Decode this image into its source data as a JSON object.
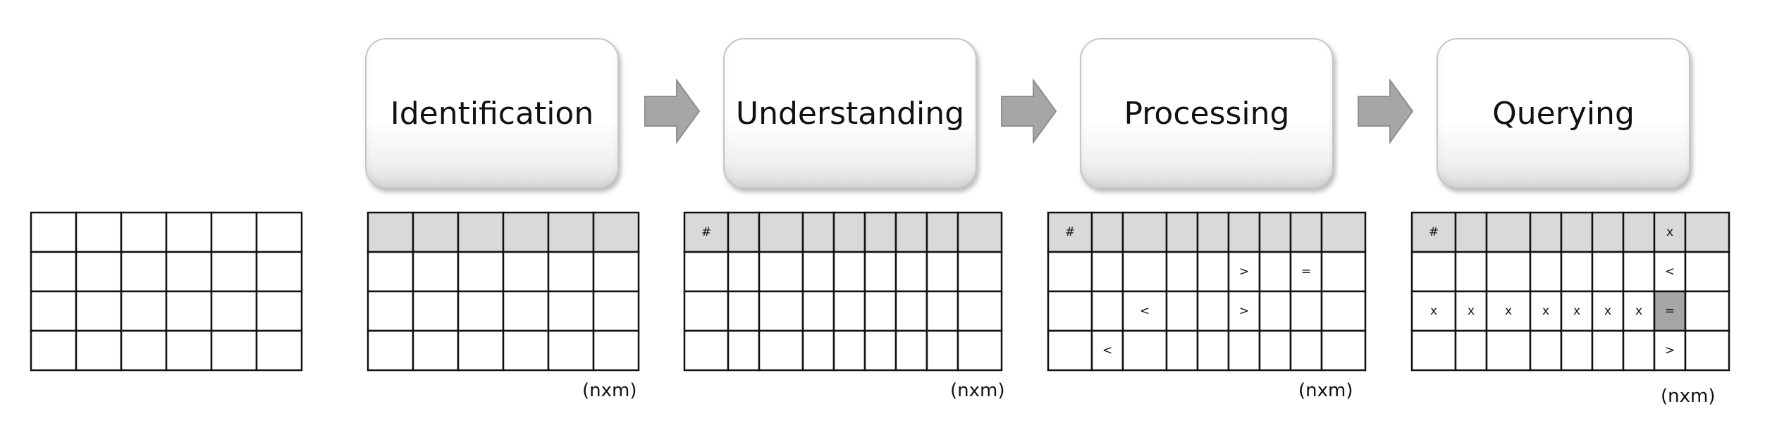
{
  "stages": [
    {
      "id": "identification",
      "label": "Identification"
    },
    {
      "id": "understanding",
      "label": "Understanding"
    },
    {
      "id": "processing",
      "label": "Processing"
    },
    {
      "id": "querying",
      "label": "Querying"
    }
  ],
  "dimension_label": "(nxm)",
  "colors": {
    "header_fill": "#d9d9d9",
    "highlight_fill": "#a6a6a6",
    "arrow_fill": "#a6a6a6",
    "grid_stroke": "#111111"
  },
  "tables": [
    {
      "id": "input",
      "has_header": false,
      "show_dimension": false,
      "rows": [
        [
          "",
          "",
          "",
          "",
          "",
          ""
        ],
        [
          "",
          "",
          "",
          "",
          "",
          ""
        ],
        [
          "",
          "",
          "",
          "",
          "",
          ""
        ],
        [
          "",
          "",
          "",
          "",
          "",
          ""
        ]
      ]
    },
    {
      "id": "identification",
      "has_header": true,
      "show_dimension": true,
      "rows": [
        [
          "",
          "",
          "",
          "",
          "",
          ""
        ],
        [
          "",
          "",
          "",
          "",
          "",
          ""
        ],
        [
          "",
          "",
          "",
          "",
          "",
          ""
        ],
        [
          "",
          "",
          "",
          "",
          "",
          ""
        ]
      ]
    },
    {
      "id": "understanding",
      "has_header": true,
      "show_dimension": true,
      "rows": [
        [
          "#",
          "",
          "",
          "",
          "",
          "",
          "",
          "",
          ""
        ],
        [
          "",
          "",
          "",
          "",
          "",
          "",
          "",
          "",
          ""
        ],
        [
          "",
          "",
          "",
          "",
          "",
          "",
          "",
          "",
          ""
        ],
        [
          "",
          "",
          "",
          "",
          "",
          "",
          "",
          "",
          ""
        ]
      ]
    },
    {
      "id": "processing",
      "has_header": true,
      "show_dimension": true,
      "rows": [
        [
          "#",
          "",
          "",
          "",
          "",
          "",
          "",
          "",
          ""
        ],
        [
          "",
          "",
          "",
          "",
          "",
          ">",
          "",
          "=",
          ""
        ],
        [
          "",
          "",
          "<",
          "",
          "",
          ">",
          "",
          "",
          ""
        ],
        [
          "",
          "<",
          "",
          "",
          "",
          "",
          "",
          "",
          ""
        ]
      ]
    },
    {
      "id": "querying",
      "has_header": true,
      "show_dimension": true,
      "highlight": [
        [
          2,
          7
        ]
      ],
      "rows": [
        [
          "#",
          "",
          "",
          "",
          "",
          "",
          "",
          "x",
          ""
        ],
        [
          "",
          "",
          "",
          "",
          "",
          "",
          "",
          "<",
          ""
        ],
        [
          "x",
          "x",
          "x",
          "x",
          "x",
          "x",
          "x",
          "=",
          ""
        ],
        [
          "",
          "",
          "",
          "",
          "",
          "",
          "",
          ">",
          ""
        ]
      ]
    }
  ]
}
